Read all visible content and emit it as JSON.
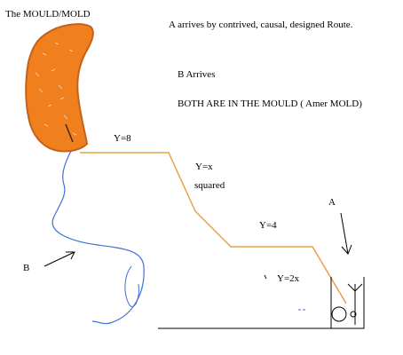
{
  "title": "The MOULD/MOLD",
  "notes": {
    "a_route": "A arrives by contrived, causal, designed Route.",
    "b_arrives": "B  Arrives",
    "both_in_mould": "BOTH ARE IN THE MOULD ( Amer MOLD)"
  },
  "path_labels": {
    "y8": "Y=8",
    "yx_line1": "Y=x",
    "yx_line2": "squared",
    "y4": "Y=4",
    "y2x": "Y=2x"
  },
  "markers": {
    "a": "A",
    "b": "B"
  },
  "colors": {
    "mould_fill": "#f07f1e",
    "route_a": "#e8a04a",
    "route_b": "#3d6fd6",
    "ink": "#000000"
  }
}
